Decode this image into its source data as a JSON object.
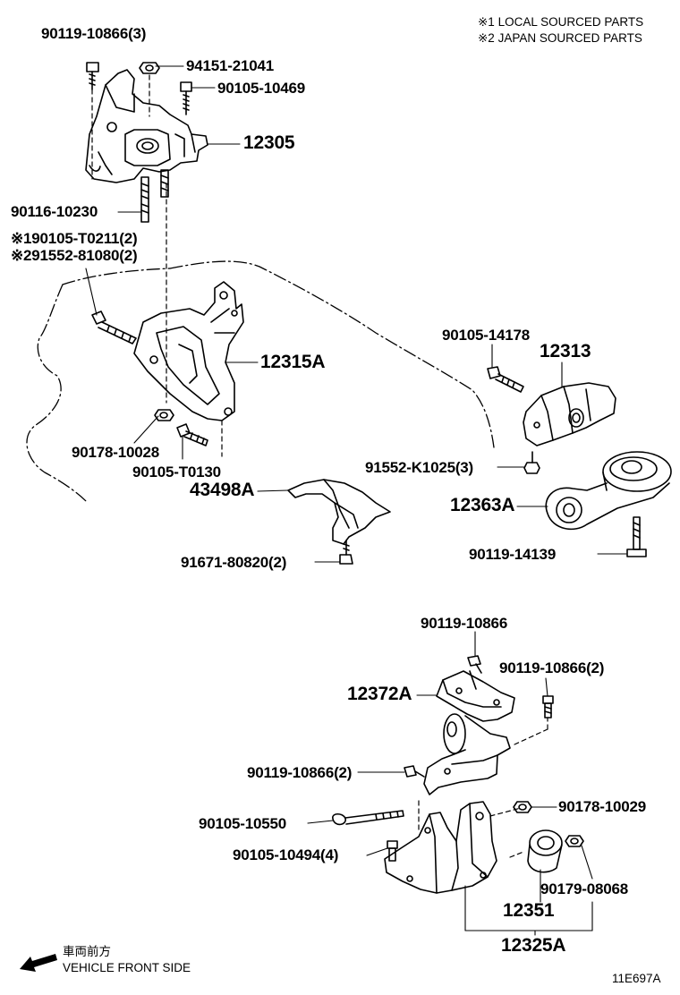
{
  "legend": {
    "note1": "※1 LOCAL SOURCED PARTS",
    "note2": "※2 JAPAN SOURCED PARTS"
  },
  "parts": {
    "p1": "90119-10866(3)",
    "p2": "94151-21041",
    "p3": "90105-10469",
    "p4": "12305",
    "p5": "90116-10230",
    "p6": "※190105-T0211(2)",
    "p7": "※291552-81080(2)",
    "p8": "12315A",
    "p9": "90178-10028",
    "p10": "90105-T0130",
    "p11": "43498A",
    "p12": "91671-80820(2)",
    "p13": "90105-14178",
    "p14": "12313",
    "p15": "91552-K1025(3)",
    "p16": "12363A",
    "p17": "90119-14139",
    "p18": "90119-10866",
    "p19": "90119-10866(2)",
    "p20": "12372A",
    "p21": "90119-10866(2)",
    "p22": "90105-10550",
    "p23": "90178-10029",
    "p24": "90105-10494(4)",
    "p25": "90179-08068",
    "p26": "12351",
    "p27": "12325A"
  },
  "footer": {
    "direction_jp": "車両前方",
    "direction_en": "VEHICLE FRONT SIDE",
    "figure_code": "11E697A"
  },
  "icons": {
    "direction_arrow": "arrow-left-down-icon"
  }
}
